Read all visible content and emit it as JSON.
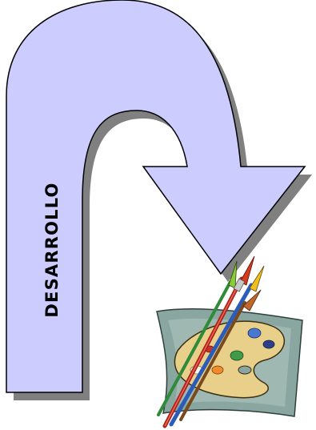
{
  "diagram": {
    "arrow_label": "DESARROLLO",
    "arrow_shape": "u-turn-arrow",
    "clipart": "paint-palette-with-brushes"
  },
  "colors": {
    "background": "#ffffff",
    "arrow_fill": "#ccccff",
    "arrow_outline": "#000000",
    "arrow_shadow": "#808080",
    "canvas_fill": "#8aa6a0",
    "palette_fill": "#e8d08a"
  }
}
